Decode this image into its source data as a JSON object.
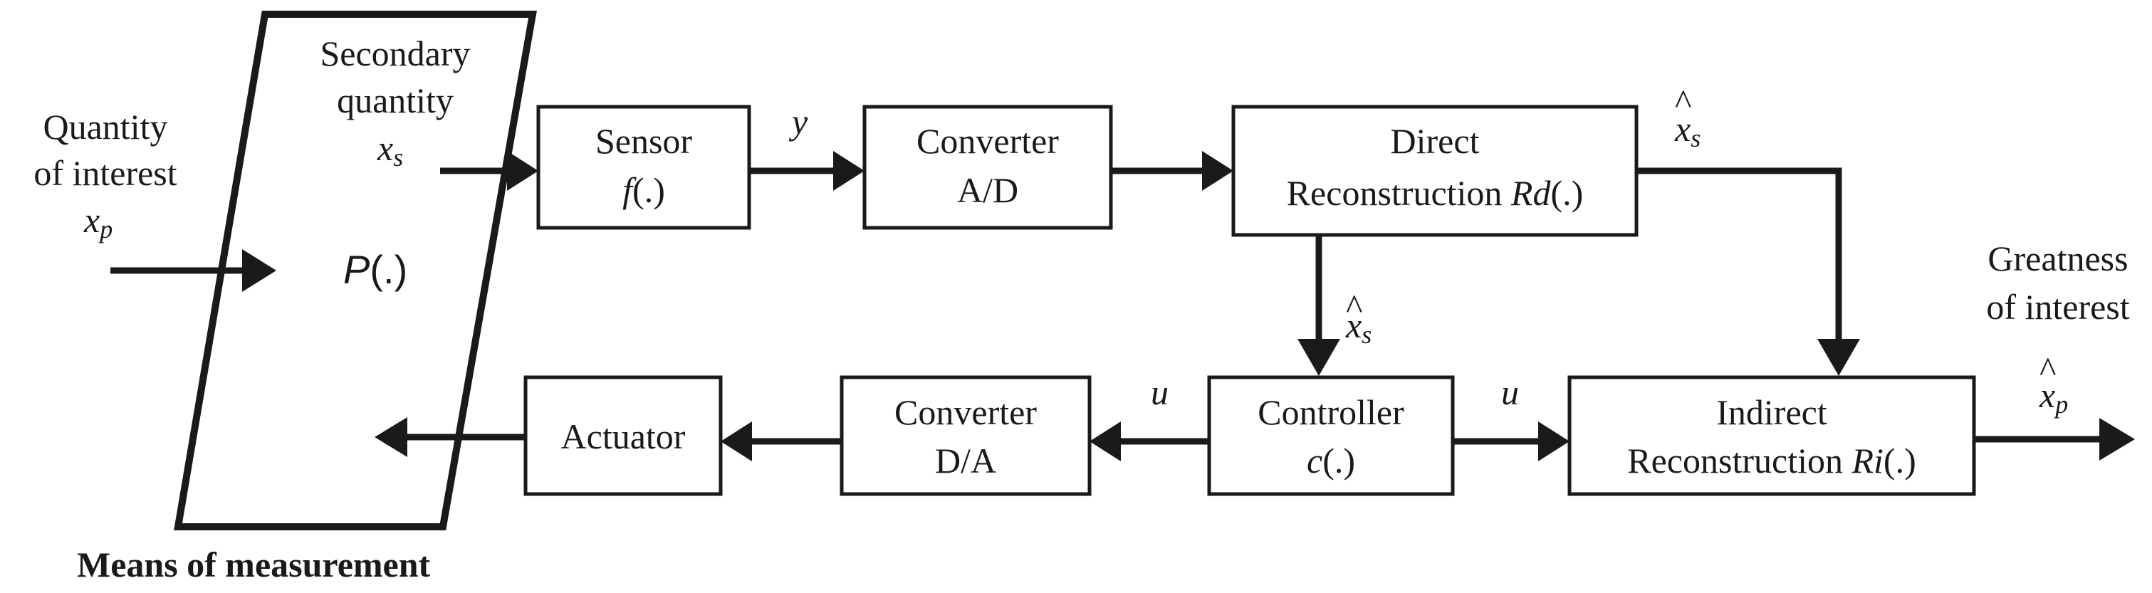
{
  "medium": {
    "caption": "Means of measurement",
    "secondary_line1": "Secondary",
    "secondary_line2": "quantity",
    "secondary_symbol": "x",
    "secondary_sub": "s",
    "process_letter": "P",
    "process_args": "(.)"
  },
  "input": {
    "line1": "Quantity",
    "line2": "of  interest",
    "symbol": "x",
    "sub": "p"
  },
  "output": {
    "line1": "Greatness",
    "line2": "of  interest",
    "hat": "^",
    "symbol": "x",
    "sub": "p"
  },
  "blocks": {
    "sensor": {
      "line1": "Sensor",
      "fn": "f",
      "args": "(.)"
    },
    "adc": {
      "line1": "Converter",
      "line2": "A/D"
    },
    "direct": {
      "line1": "Direct",
      "line2": "Reconstruction ",
      "fn": "Rd",
      "args": "(.)"
    },
    "controller": {
      "line1": "Controller",
      "fn": "c",
      "args": "(.)"
    },
    "indirect": {
      "line1": "Indirect",
      "line2": "Reconstruction ",
      "fn": "Ri",
      "args": "(.)"
    },
    "dac": {
      "line1": "Converter",
      "line2": "D/A"
    },
    "actuator": {
      "line1": "Actuator"
    }
  },
  "signals": {
    "y": "y",
    "u": "u",
    "hat": "^",
    "xs_symbol": "x",
    "xs_sub": "s"
  }
}
